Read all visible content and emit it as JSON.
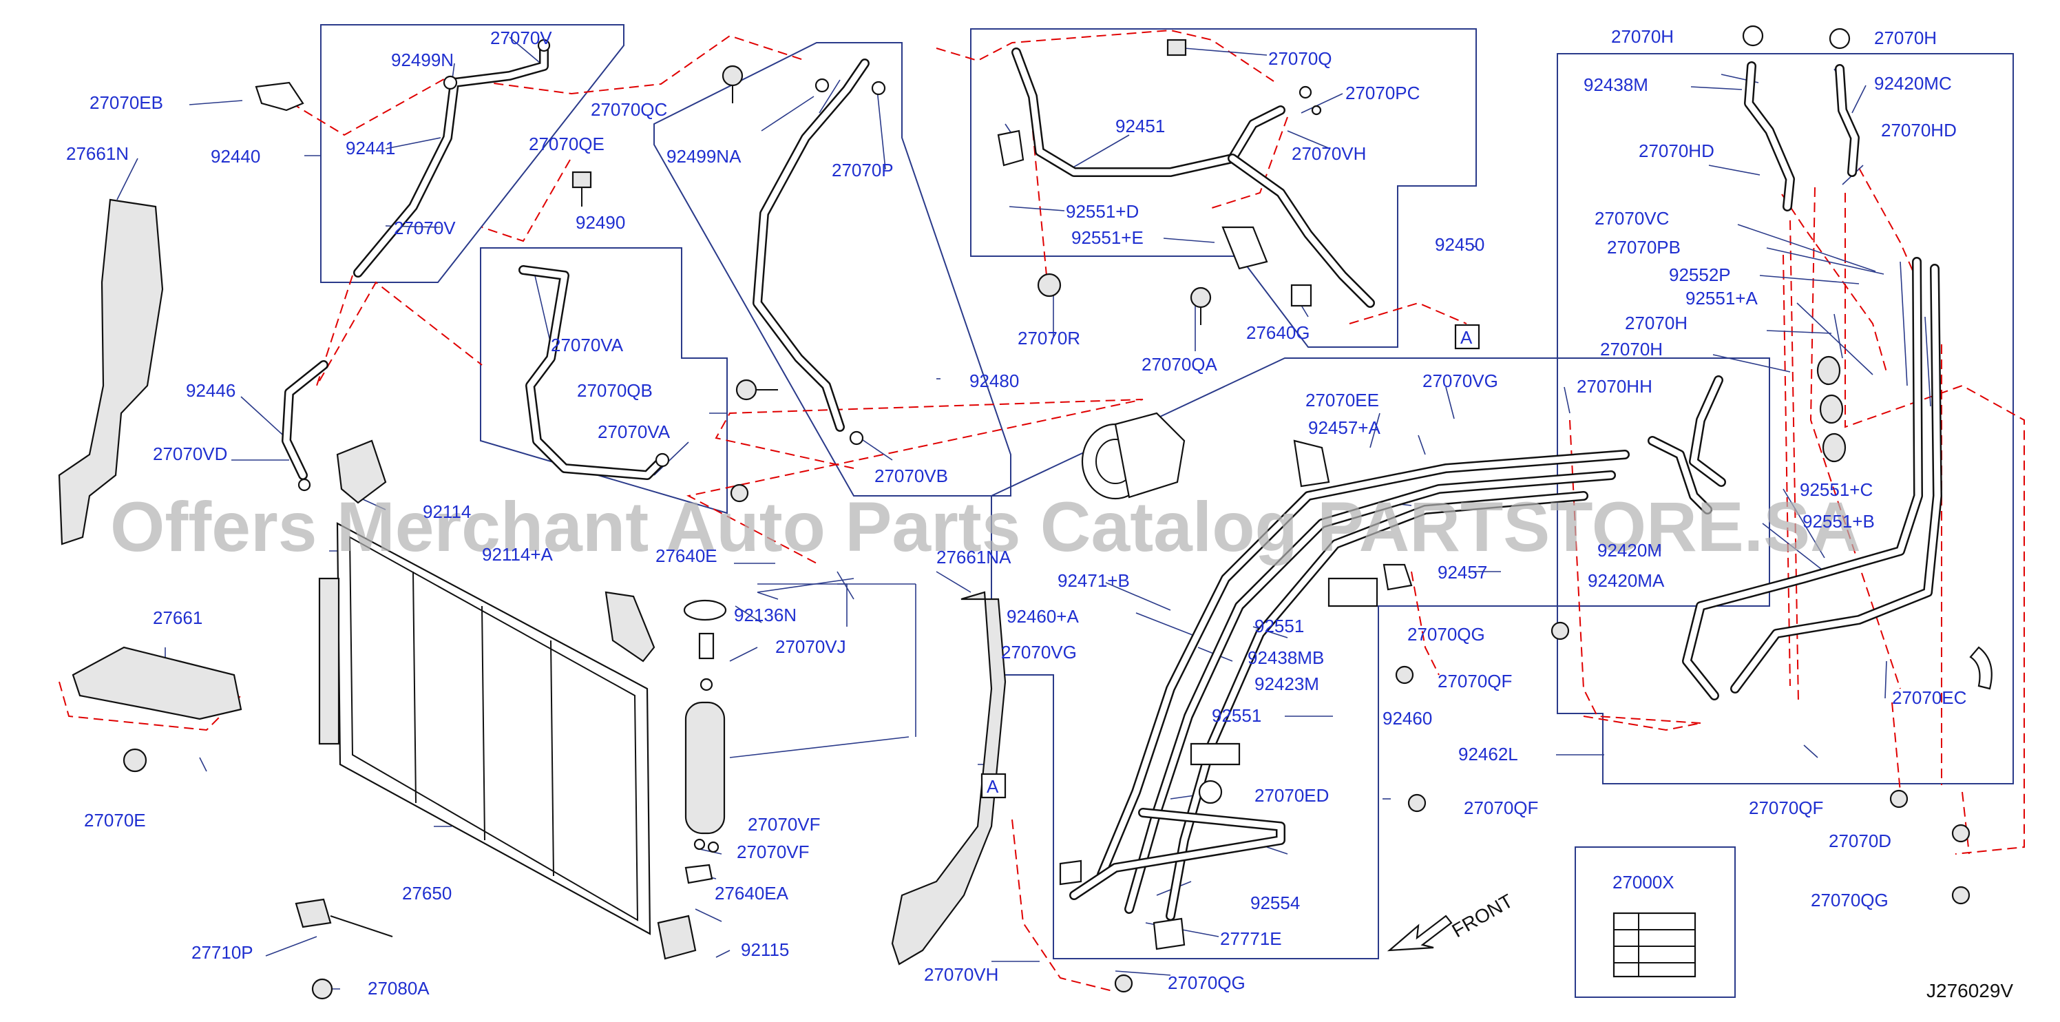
{
  "diagram": {
    "drawing_code": "J276029V",
    "front_label": "FRONT",
    "marker_a": "A",
    "watermark": "Offers Merchant Auto Parts Catalog PARTSTORE.SA",
    "labels": {
      "l_27070EB": "27070EB",
      "l_27661N": "27661N",
      "l_92440": "92440",
      "l_92499N": "92499N",
      "l_27070V_a": "27070V",
      "l_92441": "92441",
      "l_27070V_b": "27070V",
      "l_27070QC": "27070QC",
      "l_92499NA": "92499NA",
      "l_27070P": "27070P",
      "l_27070QE": "27070QE",
      "l_92490": "92490",
      "l_27070VA_a": "27070VA",
      "l_27070QB": "27070QB",
      "l_27070VA_b": "27070VA",
      "l_92446": "92446",
      "l_27070VD": "27070VD",
      "l_92480": "92480",
      "l_27070VB": "27070VB",
      "l_92451": "92451",
      "l_27070Q": "27070Q",
      "l_27070PC": "27070PC",
      "l_27070VH_a": "27070VH",
      "l_92551D": "92551+D",
      "l_92551E": "92551+E",
      "l_92450": "92450",
      "l_27070R": "27070R",
      "l_27070QA": "27070QA",
      "l_27640G": "27640G",
      "l_27070H_a": "27070H",
      "l_27070H_b": "27070H",
      "l_92438M": "92438M",
      "l_92420MC": "92420MC",
      "l_27070HD_a": "27070HD",
      "l_27070HD_b": "27070HD",
      "l_27070VC": "27070VC",
      "l_27070PB": "27070PB",
      "l_92552P": "92552P",
      "l_92551A": "92551+A",
      "l_27070H_c": "27070H",
      "l_27070H_d": "27070H",
      "l_27070HH": "27070HH",
      "l_27070VG_a": "27070VG",
      "l_27070EE": "27070EE",
      "l_92457A": "92457+A",
      "l_92551C": "92551+C",
      "l_92551B": "92551+B",
      "l_92420M": "92420M",
      "l_92420MA": "92420MA",
      "l_92114": "92114",
      "l_92114A": "92114+A",
      "l_27640E": "27640E",
      "l_92136N": "92136N",
      "l_27070VJ": "27070VJ",
      "l_27661NA": "27661NA",
      "l_92471B": "92471+B",
      "l_92460A": "92460+A",
      "l_27070VG_b": "27070VG",
      "l_92457": "92457",
      "l_92551_a": "92551",
      "l_92438MB": "92438MB",
      "l_92423M": "92423M",
      "l_27070QG_a": "27070QG",
      "l_27070QF_a": "27070QF",
      "l_92460": "92460",
      "l_92462L": "92462L",
      "l_27070EC": "27070EC",
      "l_27661": "27661",
      "l_27070E": "27070E",
      "l_27650": "27650",
      "l_27070VF_a": "27070VF",
      "l_27070VF_b": "27070VF",
      "l_27640EA": "27640EA",
      "l_92115": "92115",
      "l_27710P": "27710P",
      "l_27080A": "27080A",
      "l_92551_b": "92551",
      "l_27070ED": "27070ED",
      "l_27070QF_b": "27070QF",
      "l_27070QF_c": "27070QF",
      "l_27070D": "27070D",
      "l_27070QG_b": "27070QG",
      "l_92554": "92554",
      "l_27771E": "27771E",
      "l_27070VH_b": "27070VH",
      "l_27070QG_c": "27070QG",
      "l_27000X": "27000X"
    }
  }
}
